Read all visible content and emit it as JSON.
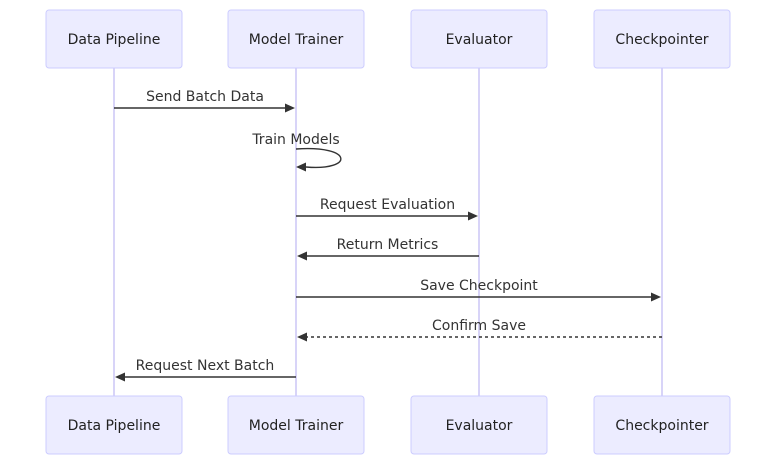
{
  "participants": [
    {
      "id": "pipeline",
      "label": "Data Pipeline"
    },
    {
      "id": "trainer",
      "label": "Model Trainer"
    },
    {
      "id": "evaluator",
      "label": "Evaluator"
    },
    {
      "id": "checkpointer",
      "label": "Checkpointer"
    }
  ],
  "messages": [
    {
      "from": "pipeline",
      "to": "trainer",
      "label": "Send Batch Data",
      "style": "solid"
    },
    {
      "from": "trainer",
      "to": "trainer",
      "label": "Train Models",
      "style": "solid"
    },
    {
      "from": "trainer",
      "to": "evaluator",
      "label": "Request Evaluation",
      "style": "solid"
    },
    {
      "from": "evaluator",
      "to": "trainer",
      "label": "Return Metrics",
      "style": "solid"
    },
    {
      "from": "trainer",
      "to": "checkpointer",
      "label": "Save Checkpoint",
      "style": "solid"
    },
    {
      "from": "checkpointer",
      "to": "trainer",
      "label": "Confirm Save",
      "style": "dashed"
    },
    {
      "from": "trainer",
      "to": "pipeline",
      "label": "Request Next Batch",
      "style": "solid"
    }
  ],
  "colors": {
    "actor_fill": "#ececff",
    "actor_stroke": "#ccccff",
    "lifeline": "#d8d4f8",
    "message": "#333333"
  }
}
